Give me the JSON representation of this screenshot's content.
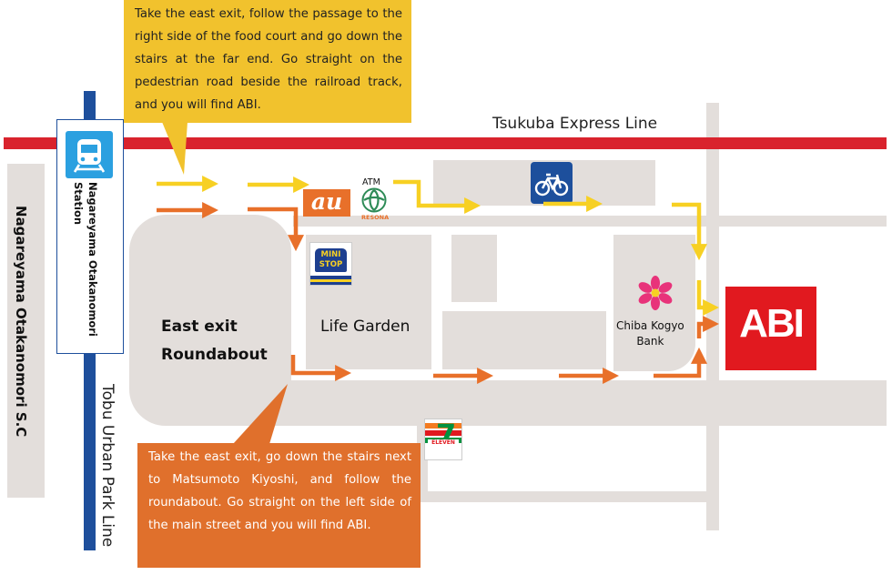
{
  "map": {
    "lines": {
      "tsukuba_express": "Tsukuba Express Line",
      "tobu_urban_park": "Tobu Urban Park Line"
    },
    "station": {
      "name": "Nagareyama Otakanomori\nStation"
    },
    "shopping_center": "Nagareyama Otakanomori S.C",
    "roundabout": "East exit\nRoundabout",
    "life_garden": "Life Garden",
    "bank": "Chiba Kogyo\nBank",
    "atm_label": "ATM",
    "resona_label": "RESONA",
    "au_logo": "au",
    "ministop_logo": "MINI STOP",
    "seven_eleven_logo": "ELEVEN",
    "abi_logo": "ABI",
    "icons": {
      "train": "train-icon",
      "bicycle": "bicycle-parking-icon",
      "flower": "cosmos-flower-icon",
      "atm": "resona-atm-icon"
    },
    "colors": {
      "rail_red": "#d9232d",
      "rail_blue": "#1e4f9c",
      "yellow_route": "#f7d023",
      "orange_route": "#e8702a",
      "yellow_callout": "#f1c22d",
      "orange_callout": "#e0702c",
      "abi_red": "#e1191f",
      "block_gray": "#e3dedb"
    }
  },
  "directions": {
    "yellow": "Take the east exit, follow the passage to the right side of the food court and go down the stairs at the far end. Go straight on the pedestrian road beside the railroad track, and you will find ABI.",
    "orange": "Take the east exit, go down the stairs next to Matsumoto Kiyoshi, and follow the roundabout. Go straight on the left side of the main street and you will find ABI."
  }
}
